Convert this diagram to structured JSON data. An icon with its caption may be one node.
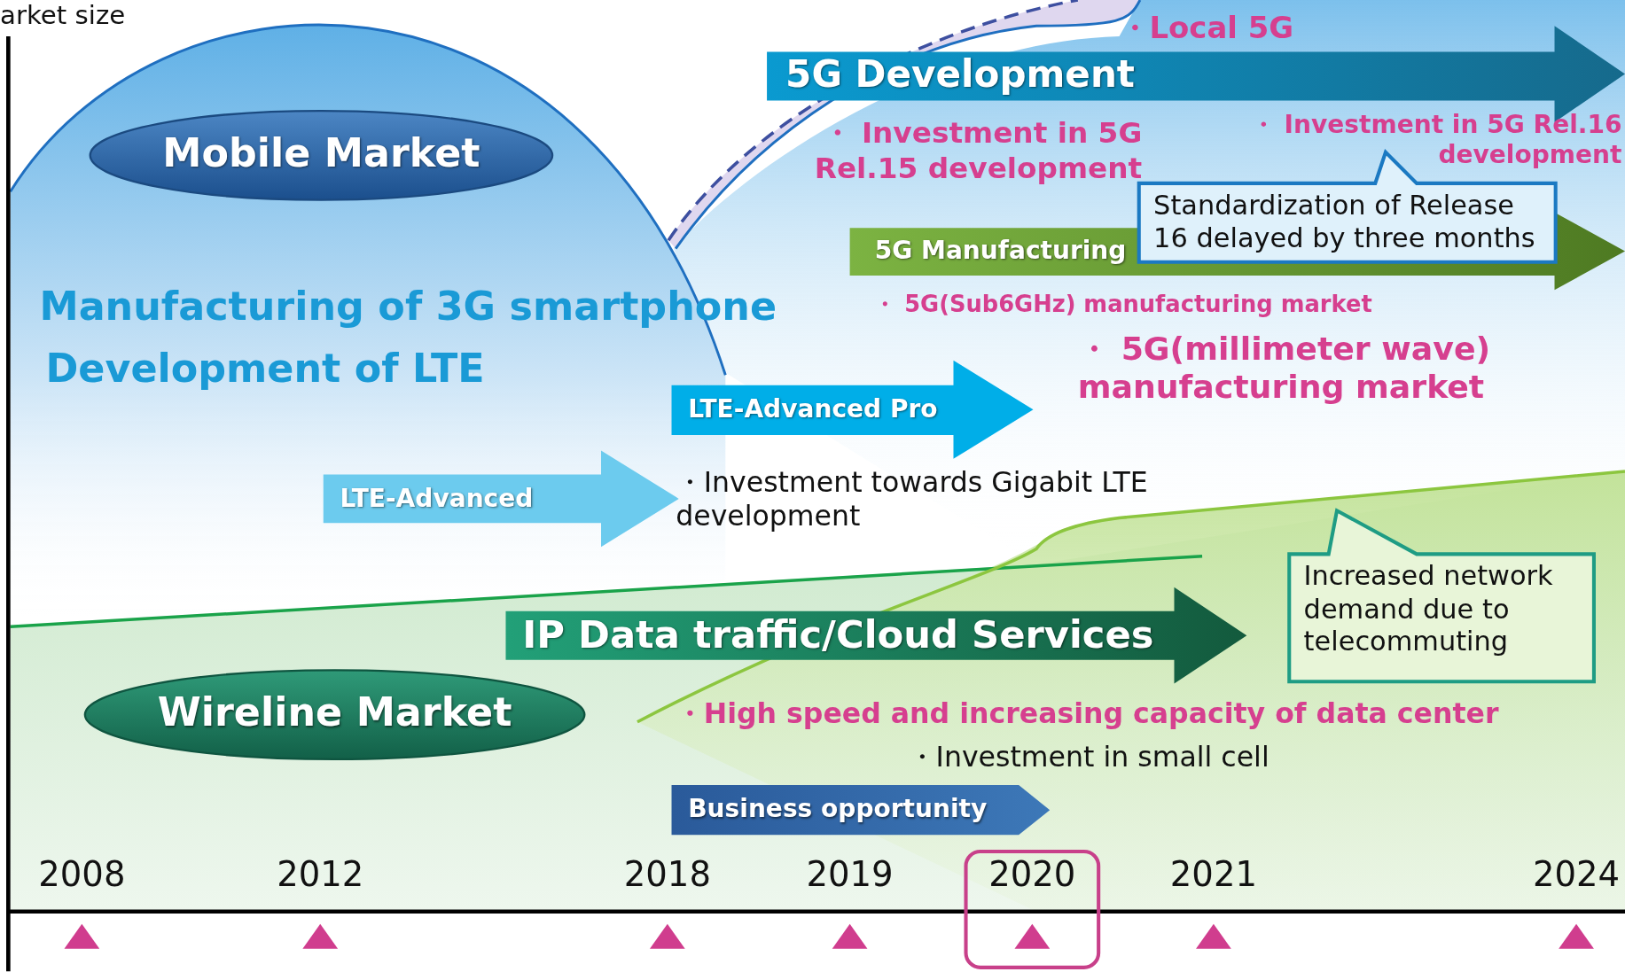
{
  "diagram": {
    "nodes": [
      {
        "text": [
          "Mobile Market"
        ]
      },
      {
        "text": [
          "Wireline Market"
        ]
      },
      {
        "text": [
          "5G Development"
        ]
      },
      {
        "text": [
          "5G Manufacturing"
        ]
      },
      {
        "text": [
          "Standardization of Release 16 delayed by three months"
        ]
      },
      {
        "text": [
          "LTE-Advanced Pro"
        ]
      },
      {
        "text": [
          "LTE-Advanced"
        ]
      },
      {
        "text": [
          "IP Data traffic/Cloud Services"
        ]
      },
      {
        "text": [
          "Increased network demand due to telecommuting"
        ]
      },
      {
        "text": [
          "Business opportunity"
        ]
      }
    ],
    "edges": [],
    "labels": [
      "arket size",
      "・Local 5G",
      "・ Investment in 5G Rel.15 development",
      "・ Investment in 5G Rel.16 development",
      "Manufacturing of 3G smartphone",
      "Development of LTE",
      "・ 5G(Sub6GHz) manufacturing market",
      "・ 5G(millimeter wave) manufacturing market",
      "・Investment towards Gigabit LTE development",
      "・High speed and increasing capacity of data center",
      "・Investment in small cell",
      "2008",
      "2012",
      "2018",
      "2019",
      "2020",
      "2021",
      "2024"
    ]
  }
}
